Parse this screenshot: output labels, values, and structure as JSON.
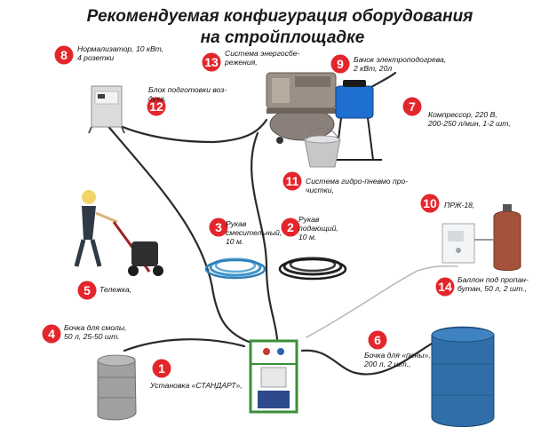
{
  "title": {
    "line1": "Рекомендуемая конфигурация оборудования",
    "line2": "на стройплощадке"
  },
  "colors": {
    "badge": "#e3262b",
    "badge_text": "#ffffff",
    "text": "#111111"
  },
  "items": [
    {
      "num": "1",
      "lines": [
        "Установка «СТАНДАРТ»,"
      ]
    },
    {
      "num": "2",
      "lines": [
        "Рукав",
        "подающий,",
        "10 м."
      ]
    },
    {
      "num": "3",
      "lines": [
        "Рукав",
        "смесительный,",
        "10 м."
      ]
    },
    {
      "num": "4",
      "lines": [
        "Бочка для смолы,",
        "50 л, 25-50 шт."
      ]
    },
    {
      "num": "5",
      "lines": [
        "Тележка,"
      ]
    },
    {
      "num": "6",
      "lines": [
        "Бочка для «пены»,",
        "200 л, 2 шт.,"
      ]
    },
    {
      "num": "7",
      "lines": [
        "Компрессор, 220 В,",
        "200-250 л/мин, 1-2 шт,"
      ]
    },
    {
      "num": "8",
      "lines": [
        "Нормализатор, 10 кВт,",
        "4 розетки"
      ]
    },
    {
      "num": "9",
      "lines": [
        "Бачок электроподогрева,",
        "2 кВт, 20л"
      ]
    },
    {
      "num": "10",
      "lines": [
        "ПРЖ-18,"
      ]
    },
    {
      "num": "11",
      "lines": [
        "Система гидро-пневмо про-",
        "чистки,"
      ]
    },
    {
      "num": "12",
      "lines": [
        "Блок подготовки воз-",
        "духа,"
      ]
    },
    {
      "num": "13",
      "lines": [
        "Система энергосбе-",
        "режения,"
      ]
    },
    {
      "num": "14",
      "lines": [
        "Баллон под пропан-",
        "бутан, 50 л, 2 шт.,"
      ]
    }
  ]
}
